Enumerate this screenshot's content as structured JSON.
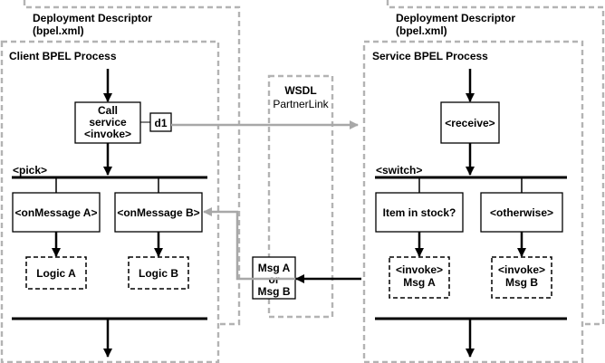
{
  "client": {
    "deployment_descriptor": {
      "line1": "Deployment Descriptor",
      "line2": "(bpel.xml)"
    },
    "process_title": "Client BPEL Process",
    "invoke": {
      "line1": "Call",
      "line2": "service",
      "line3": "<invoke>"
    },
    "d1_label": "d1",
    "pick_label": "<pick>",
    "on_message_a": "<onMessage A>",
    "on_message_b": "<onMessage B>",
    "logic_a": "Logic A",
    "logic_b": "Logic B"
  },
  "wsdl": {
    "title": "WSDL",
    "subtitle": "PartnerLink",
    "message": {
      "line1": "Msg A",
      "line2": "or",
      "line3": "Msg B"
    }
  },
  "service": {
    "deployment_descriptor": {
      "line1": "Deployment Descriptor",
      "line2": "(bpel.xml)"
    },
    "process_title": "Service BPEL Process",
    "receive": "<receive>",
    "switch_label": "<switch>",
    "case_in_stock": "Item in stock?",
    "otherwise": "<otherwise>",
    "invoke_a": {
      "line1": "<invoke>",
      "line2": "Msg A"
    },
    "invoke_b": {
      "line1": "<invoke>",
      "line2": "Msg B"
    }
  }
}
